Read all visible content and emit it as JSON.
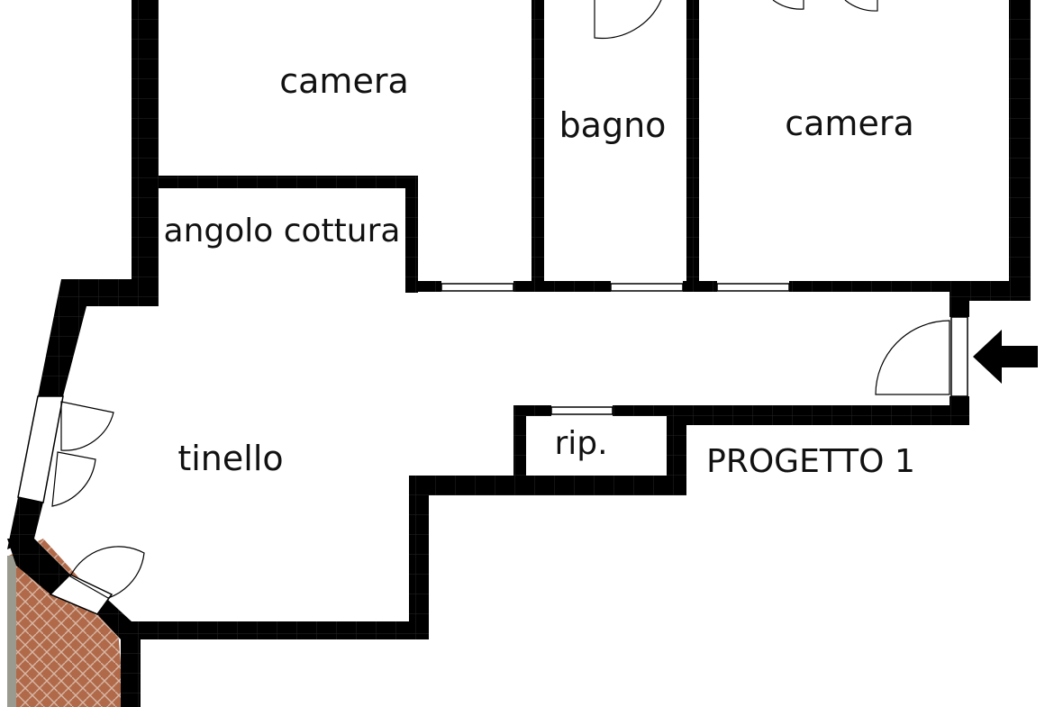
{
  "floorplan": {
    "rooms": {
      "camera_1": "camera",
      "bagno": "bagno",
      "camera_2": "camera",
      "angolo_cottura": "angolo cottura",
      "tinello": "tinello",
      "ripostiglio": "rip."
    },
    "project_label": "PROGETTO 1",
    "entrance_arrow_icon": "arrow-left-icon",
    "colors": {
      "wall": "#000000",
      "floor": "#ffffff",
      "terrace_tile": "#b06a4a",
      "terrace_grout": "#d8b7a6",
      "tile_line": "#262626"
    }
  }
}
